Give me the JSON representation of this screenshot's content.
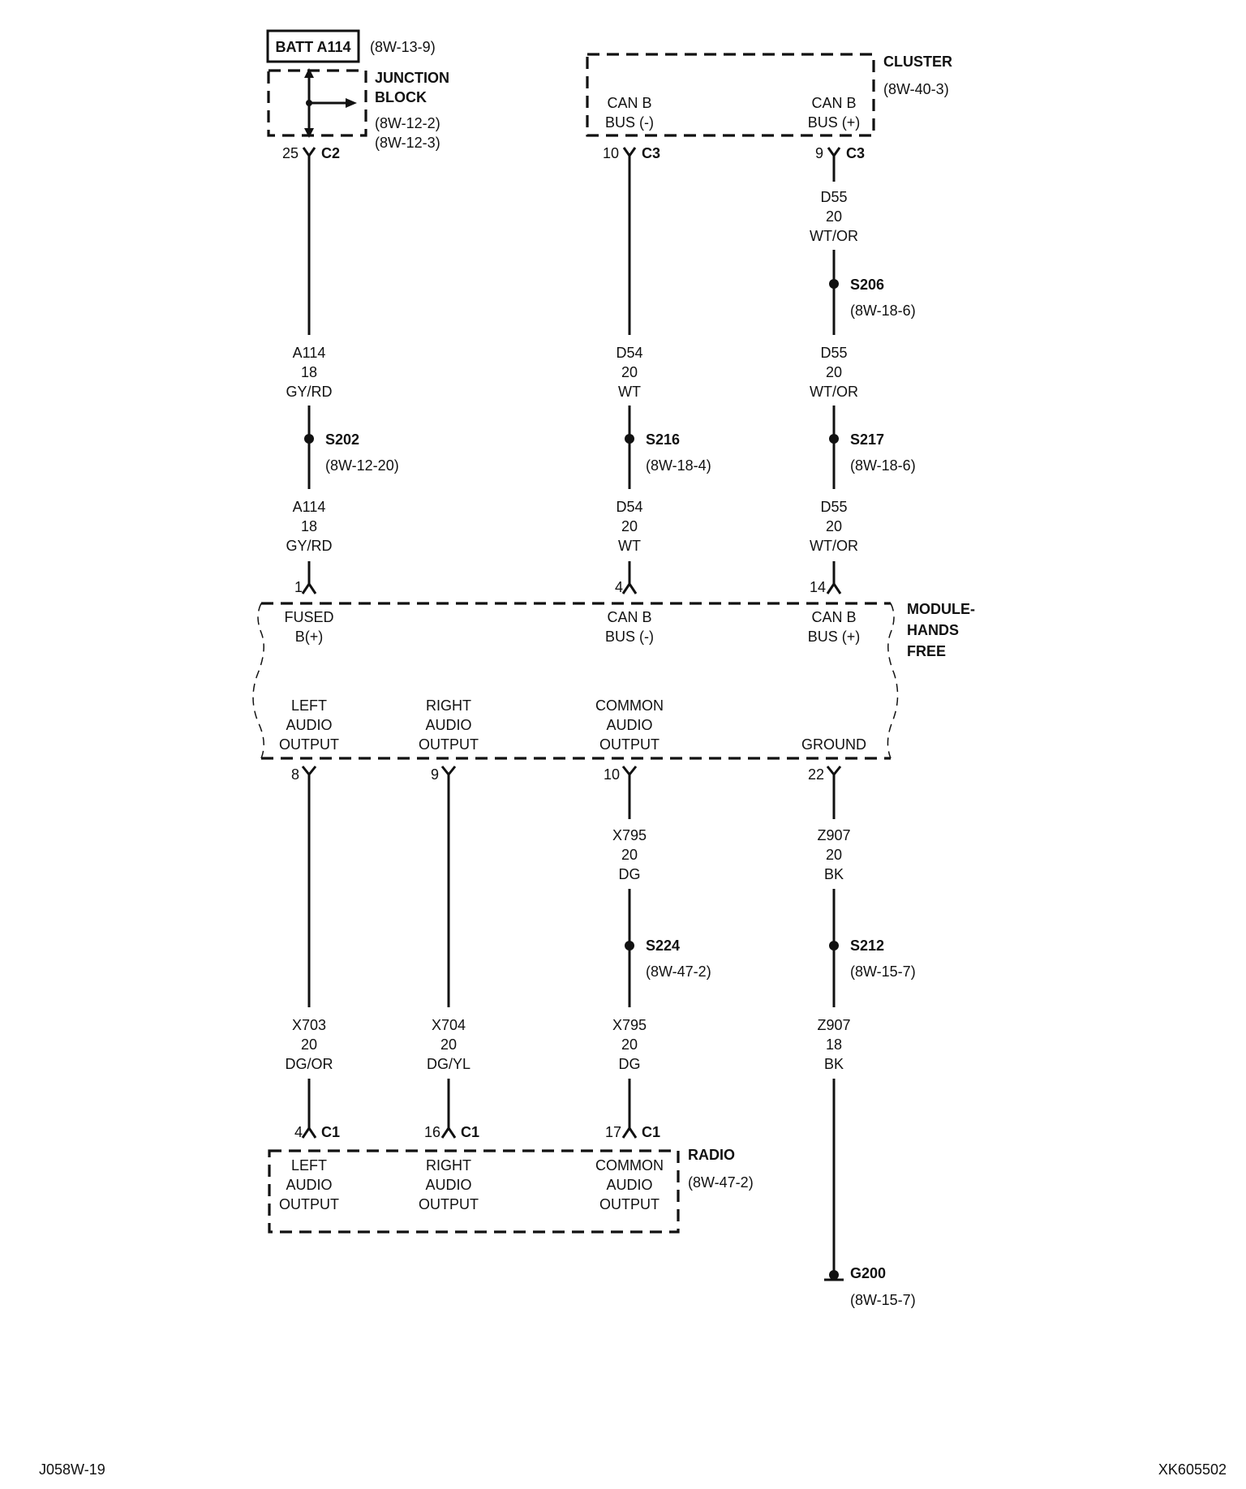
{
  "batt": {
    "label": "BATT A114",
    "ref": "(8W-13-9)"
  },
  "junction_block": {
    "title_line1": "JUNCTION",
    "title_line2": "BLOCK",
    "ref1": "(8W-12-2)",
    "ref2": "(8W-12-3)",
    "pin": "25",
    "connector": "C2"
  },
  "cluster": {
    "title": "CLUSTER",
    "ref": "(8W-40-3)",
    "can_minus": {
      "line1": "CAN B",
      "line2": "BUS (-)",
      "pin": "10",
      "connector": "C3"
    },
    "can_plus": {
      "line1": "CAN B",
      "line2": "BUS (+)",
      "pin": "9",
      "connector": "C3"
    }
  },
  "wires": {
    "a114_top": {
      "code": "A114",
      "gauge": "18",
      "color": "GY/RD"
    },
    "a114_bottom": {
      "code": "A114",
      "gauge": "18",
      "color": "GY/RD"
    },
    "d54_top": {
      "code": "D54",
      "gauge": "20",
      "color": "WT"
    },
    "d54_bottom": {
      "code": "D54",
      "gauge": "20",
      "color": "WT"
    },
    "d55_top": {
      "code": "D55",
      "gauge": "20",
      "color": "WT/OR"
    },
    "d55_mid": {
      "code": "D55",
      "gauge": "20",
      "color": "WT/OR"
    },
    "d55_bottom": {
      "code": "D55",
      "gauge": "20",
      "color": "WT/OR"
    },
    "x795_top": {
      "code": "X795",
      "gauge": "20",
      "color": "DG"
    },
    "x795_bottom": {
      "code": "X795",
      "gauge": "20",
      "color": "DG"
    },
    "z907_top": {
      "code": "Z907",
      "gauge": "20",
      "color": "BK"
    },
    "z907_bottom": {
      "code": "Z907",
      "gauge": "18",
      "color": "BK"
    },
    "x703": {
      "code": "X703",
      "gauge": "20",
      "color": "DG/OR"
    },
    "x704": {
      "code": "X704",
      "gauge": "20",
      "color": "DG/YL"
    }
  },
  "splices": {
    "s202": {
      "id": "S202",
      "ref": "(8W-12-20)"
    },
    "s216": {
      "id": "S216",
      "ref": "(8W-18-4)"
    },
    "s206": {
      "id": "S206",
      "ref": "(8W-18-6)"
    },
    "s217": {
      "id": "S217",
      "ref": "(8W-18-6)"
    },
    "s224": {
      "id": "S224",
      "ref": "(8W-47-2)"
    },
    "s212": {
      "id": "S212",
      "ref": "(8W-15-7)"
    }
  },
  "module": {
    "title_line1": "MODULE-",
    "title_line2": "HANDS",
    "title_line3": "FREE",
    "pins_top": [
      {
        "pin": "1",
        "line1": "FUSED",
        "line2": "B(+)"
      },
      {
        "pin": "4",
        "line1": "CAN B",
        "line2": "BUS (-)"
      },
      {
        "pin": "14",
        "line1": "CAN B",
        "line2": "BUS (+)"
      }
    ],
    "pins_bottom": [
      {
        "pin": "8",
        "line1": "LEFT",
        "line2": "AUDIO",
        "line3": "OUTPUT"
      },
      {
        "pin": "9",
        "line1": "RIGHT",
        "line2": "AUDIO",
        "line3": "OUTPUT"
      },
      {
        "pin": "10",
        "line1": "COMMON",
        "line2": "AUDIO",
        "line3": "OUTPUT"
      },
      {
        "pin": "22",
        "line1": "GROUND"
      }
    ]
  },
  "radio": {
    "title": "RADIO",
    "ref": "(8W-47-2)",
    "pins": [
      {
        "pin": "4",
        "connector": "C1",
        "line1": "LEFT",
        "line2": "AUDIO",
        "line3": "OUTPUT"
      },
      {
        "pin": "16",
        "connector": "C1",
        "line1": "RIGHT",
        "line2": "AUDIO",
        "line3": "OUTPUT"
      },
      {
        "pin": "17",
        "connector": "C1",
        "line1": "COMMON",
        "line2": "AUDIO",
        "line3": "OUTPUT"
      }
    ]
  },
  "ground": {
    "id": "G200",
    "ref": "(8W-15-7)"
  },
  "footer": {
    "left": "J058W-19",
    "right": "XK605502"
  }
}
